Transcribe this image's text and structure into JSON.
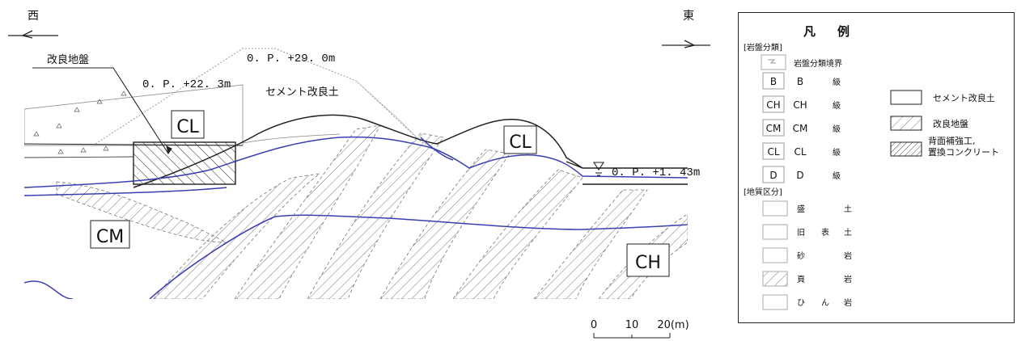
{
  "diagram": {
    "west": "西",
    "east": "東",
    "improved_ground": "改良地盤",
    "op_29": "0. P. +29. 0m",
    "op_223": "0. P. +22. 3m",
    "cement_soil": "セメント改良土",
    "op_143": "0. P. +1. 43m",
    "zone_cl_left": "CL",
    "zone_cl_right": "CL",
    "zone_cm": "CM",
    "zone_ch": "CH",
    "scale_0": "0",
    "scale_10": "10",
    "scale_20": "20(m)"
  },
  "legend": {
    "title_left": "凡",
    "title_right": "例",
    "rock_class_header": "[岩盤分類]",
    "rock_boundary": "岩盤分類境界",
    "rock_classes": [
      {
        "sym": "B",
        "label": "B",
        "suffix": "級"
      },
      {
        "sym": "CH",
        "label": "CH",
        "suffix": "級"
      },
      {
        "sym": "CM",
        "label": "CM",
        "suffix": "級"
      },
      {
        "sym": "CL",
        "label": "CL",
        "suffix": "級"
      },
      {
        "sym": "D",
        "label": "D",
        "suffix": "級"
      }
    ],
    "geology_header": "[地質区分]",
    "geology": [
      {
        "a": "盛",
        "b": "",
        "c": "土"
      },
      {
        "a": "旧",
        "b": "表",
        "c": "土"
      },
      {
        "a": "砂",
        "b": "",
        "c": "岩"
      },
      {
        "a": "頁",
        "b": "",
        "c": "岩"
      },
      {
        "a": "ひ",
        "b": "ん",
        "c": "岩"
      }
    ],
    "right_items": {
      "cement": "セメント改良土",
      "improved": "改良地盤",
      "backfill_1": "背面補強工,",
      "backfill_2": "置換コンクリート"
    }
  }
}
